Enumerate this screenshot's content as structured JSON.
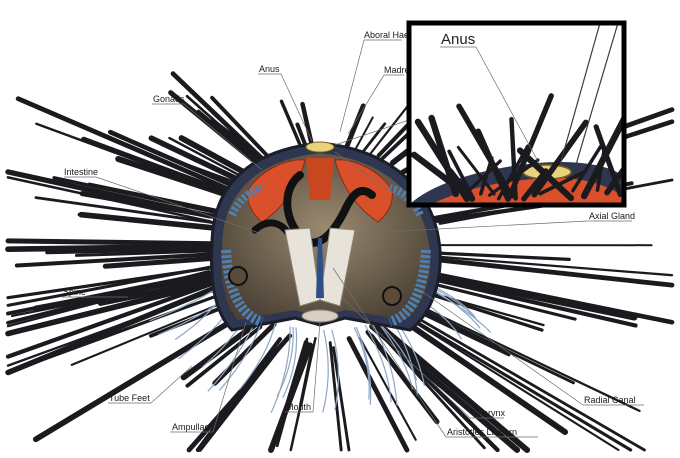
{
  "labels": {
    "aboral": "Aboral Hae",
    "madre": "Madre",
    "anus": "Anus",
    "gonads": "Gonads",
    "intestine": "Intestine",
    "axial_gland": "Axial Gland",
    "spine": "Spine",
    "tube_feet": "Tube Feet",
    "ampullae": "Ampullae",
    "mouth": "Mouth",
    "pharynx": "Pharynx",
    "aristotles_lantern": "Aristotles Lantern",
    "radial_canal": "Radial Canal"
  },
  "inset": {
    "title": "Anus"
  },
  "colors": {
    "spine": "#1b1b1f",
    "shell_rim": "#3a4a6a",
    "gonad": "#d9502a",
    "interior": "#7a6a58",
    "ampullae_blue": "#4f7fb0",
    "inset_border": "#000000"
  }
}
